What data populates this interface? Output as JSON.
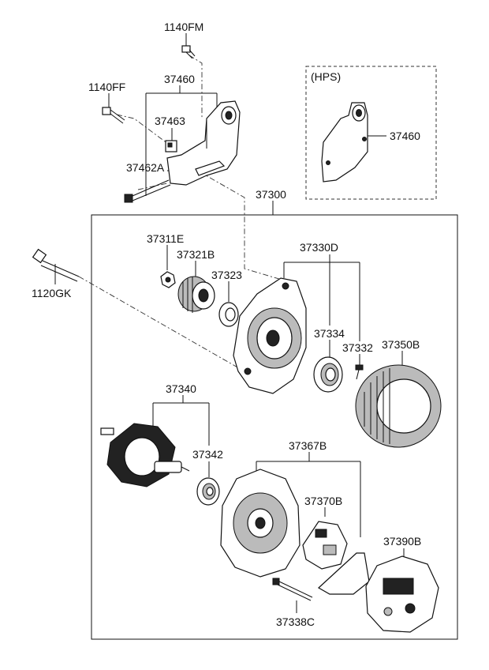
{
  "labels": {
    "p1140FM": "1140FM",
    "p1140FF": "1140FF",
    "p37460": "37460",
    "p37463": "37463",
    "p37462A": "37462A",
    "p37300": "37300",
    "hps_title": "(HPS)",
    "hps_37460": "37460",
    "p37311E": "37311E",
    "p37321B": "37321B",
    "p37323": "37323",
    "p37330D": "37330D",
    "p1120GK": "1120GK",
    "p37334": "37334",
    "p37332": "37332",
    "p37350B": "37350B",
    "p37340": "37340",
    "p37342": "37342",
    "p37367B": "37367B",
    "p37370B": "37370B",
    "p37390B": "37390B",
    "p37338C": "37338C"
  }
}
